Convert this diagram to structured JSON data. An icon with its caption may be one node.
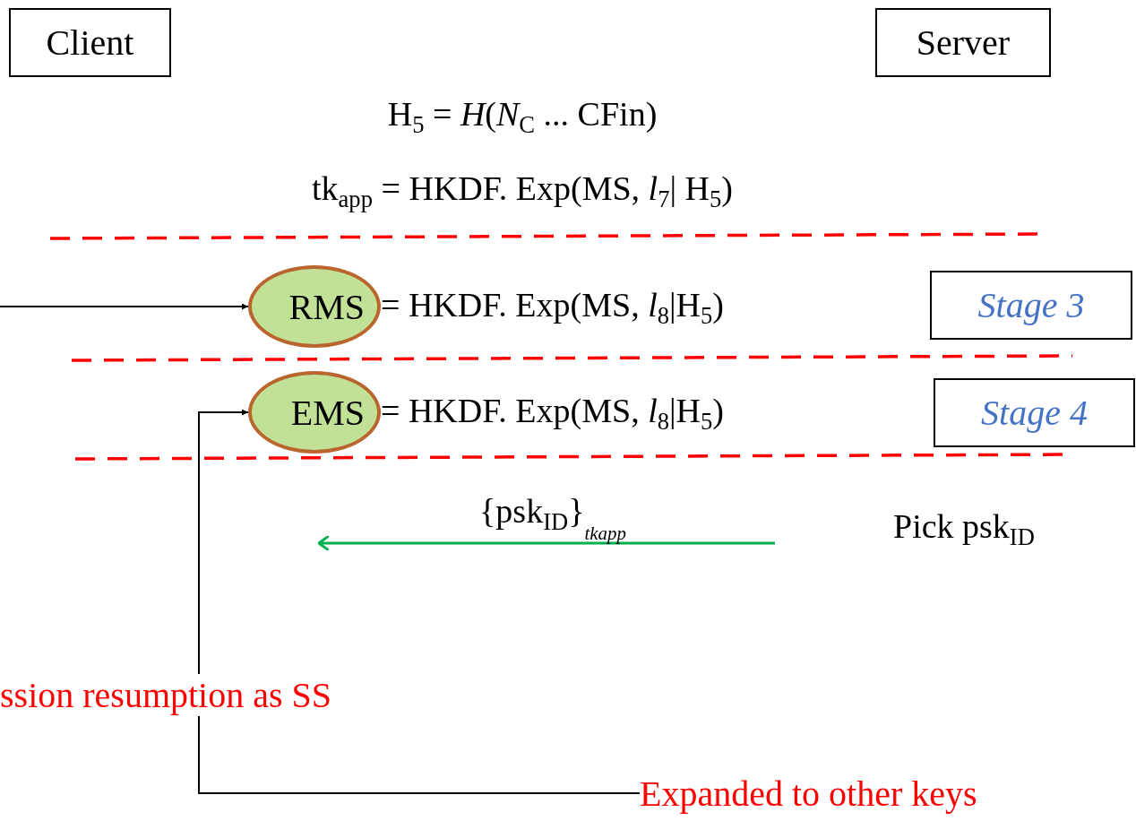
{
  "diagram": {
    "nodes": [
      {
        "text": [
          "Client"
        ]
      },
      {
        "text": [
          "Server"
        ]
      },
      {
        "text": [
          "RMS"
        ],
        "beside": [
          "= HKDF. Exp(MS, *l*$_{8}$|H$_{5}$)"
        ]
      },
      {
        "text": [
          "EMS"
        ],
        "beside": [
          "= HKDF. Exp(MS, *l*$_{8}$|H$_{5}$)"
        ]
      },
      {
        "text": [
          "Stage 3"
        ]
      },
      {
        "text": [
          "Stage 4"
        ]
      },
      {
        "text": [
          "Expanded to other keys"
        ]
      }
    ],
    "edges": [
      {
        "from": null,
        "to": 2,
        "arrow": "to"
      },
      {
        "from": 6,
        "to": 3,
        "arrow": "to"
      }
    ],
    "labels": [
      "H$_{5}$ = *H*(*N*$_{C}$ ... CFin)",
      "tk$_{app}$ = HKDF. Exp(MS, *l*$_{7}$| H$_{5}$)",
      "{psk$_{ID}$}$_{tk}$$_{app}$",
      "Pick psk$_{ID}$",
      "ssion resumption as SS"
    ]
  }
}
